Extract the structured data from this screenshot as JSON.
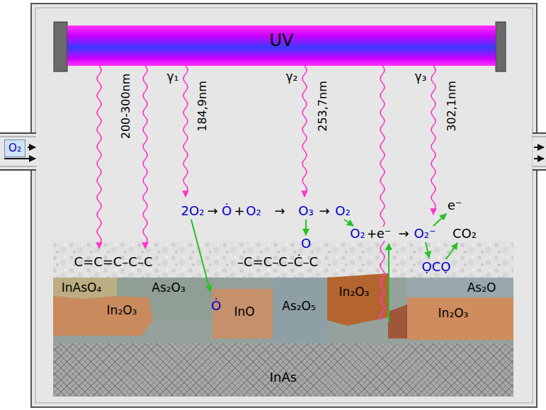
{
  "diagram": {
    "nodes": [
      {
        "text": [
          "UV"
        ]
      },
      {
        "text": [
          "O₂"
        ]
      },
      {
        "text": [
          "InAs"
        ]
      }
    ],
    "labels": [
      "200-300nm",
      "γ₁",
      "184,9nm",
      "γ₂",
      "253,7nm",
      "γ₃",
      "302,1nm",
      "2O₂",
      "→",
      "Ȯ",
      "+",
      "O₂",
      "→",
      "O₃",
      "→",
      "O₂",
      "O",
      "O₂",
      "+",
      "e⁻",
      "→",
      "O₂⁻",
      "e⁻",
      "CO₂",
      "ỌCỌ",
      "C=C=C–C–C",
      "–C=C–C–Ċ–C",
      "InAsO₄",
      "As₂O₃",
      "In₂O₃",
      "Ȯ",
      "InO",
      "As₂O₅",
      "In₂O₃",
      "As₂O",
      "In₂O₃"
    ]
  }
}
